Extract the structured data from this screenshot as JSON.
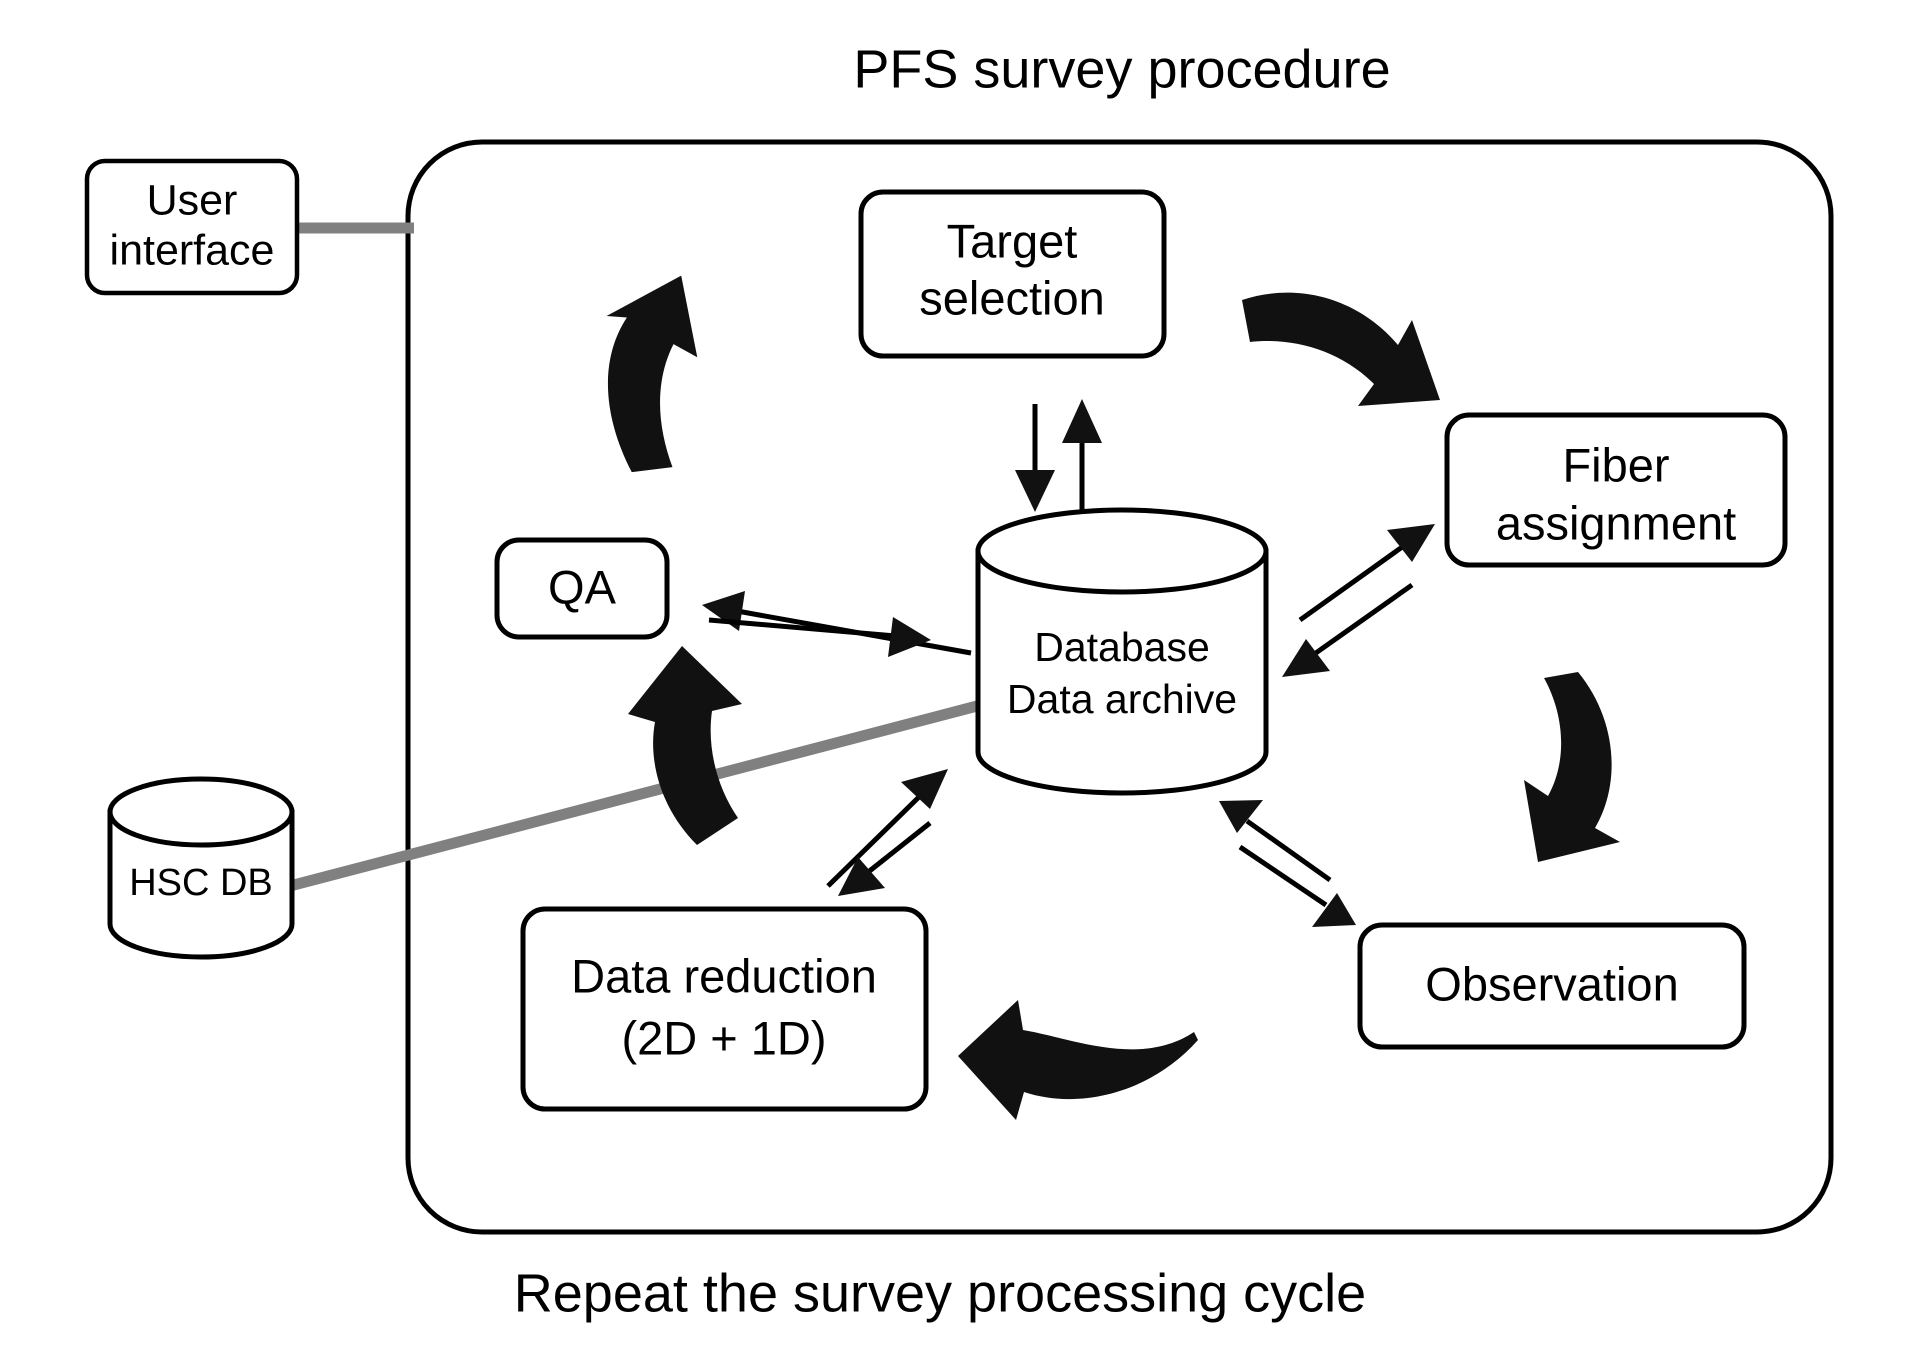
{
  "title": "PFS survey procedure",
  "caption": "Repeat the survey processing cycle",
  "external": {
    "user_interface": {
      "line1": "User",
      "line2": "interface"
    },
    "hsc_db": {
      "label": "HSC DB"
    }
  },
  "cycle": {
    "target_selection": {
      "line1": "Target",
      "line2": "selection"
    },
    "fiber_assignment": {
      "line1": "Fiber",
      "line2": "assignment"
    },
    "observation": {
      "label": "Observation"
    },
    "data_reduction": {
      "line1": "Data reduction",
      "line2": "(2D + 1D)"
    },
    "qa": {
      "label": "QA"
    }
  },
  "database": {
    "line1": "Database",
    "line2": "Data archive"
  },
  "colors": {
    "stroke": "#000000",
    "background": "#ffffff",
    "gray_link": "#808080",
    "arrow_fill": "#111111"
  },
  "icons": {
    "cycle_arrow_top_left": "curved-arrow-up-right-icon",
    "cycle_arrow_top_right": "curved-arrow-down-right-icon",
    "cycle_arrow_right": "curved-arrow-down-left-icon",
    "cycle_arrow_bottom": "curved-arrow-left-icon",
    "cycle_arrow_left": "curved-arrow-up-left-icon",
    "db_in_icon": "arrow-down-icon",
    "db_out_icon": "arrow-up-icon"
  }
}
